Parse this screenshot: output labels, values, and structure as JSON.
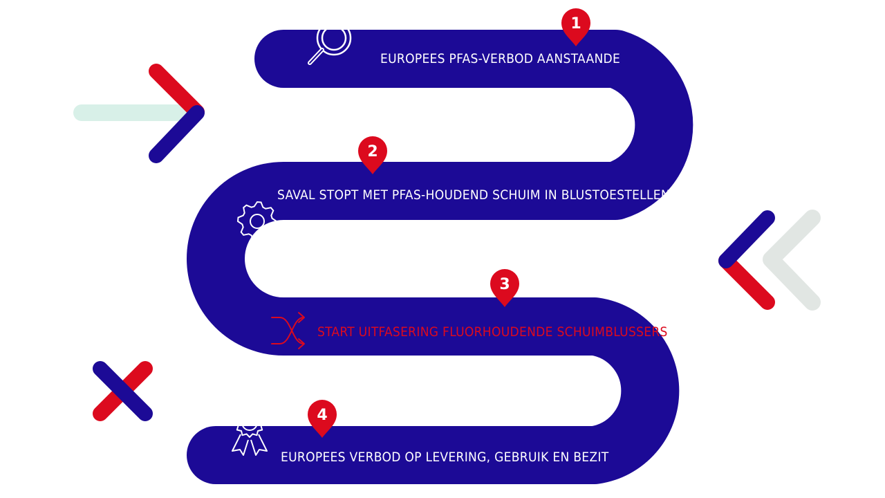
{
  "colors": {
    "road": "#1c0a96",
    "accent_red": "#dc0a1e",
    "text_light": "#ffffff",
    "mint": "#d8f0e8",
    "pale_grey": "#e1e6e3"
  },
  "steps": [
    {
      "number": "1",
      "label": "EUROPEES PFAS-VERBOD AANSTAANDE",
      "icon": "magnifier-icon",
      "text_color": "#ffffff"
    },
    {
      "number": "2",
      "label": "SAVAL STOPT MET PFAS-HOUDEND SCHUIM IN BLUSTOESTELLEN",
      "icon": "gear-icon",
      "text_color": "#ffffff"
    },
    {
      "number": "3",
      "label": "START UITFASERING FLUORHOUDENDE SCHUIMBLUSSERS",
      "icon": "shuffle-arrows-icon",
      "text_color": "#dc0a1e"
    },
    {
      "number": "4",
      "label": "EUROPEES VERBOD OP LEVERING, GEBRUIK EN BEZIT",
      "icon": "award-badge-icon",
      "text_color": "#ffffff"
    }
  ],
  "decorations": [
    "right-arrow-icon",
    "double-left-chevron-icon",
    "cross-icon"
  ]
}
